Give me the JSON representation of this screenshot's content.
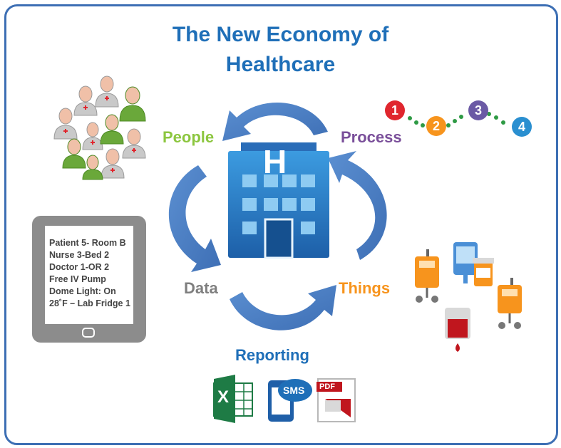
{
  "title": {
    "line1": "The New Economy of",
    "line2": "Healthcare"
  },
  "labels": {
    "people": "People",
    "process": "Process",
    "data": "Data",
    "things": "Things",
    "reporting": "Reporting"
  },
  "hospital": {
    "letter": "H"
  },
  "process_steps": [
    "1",
    "2",
    "3",
    "4"
  ],
  "tablet_lines": [
    "Patient 5- Room B",
    "Nurse 3-Bed 2",
    "Doctor 1-OR 2",
    "Free IV Pump",
    "Dome Light: On",
    "28˚F – Lab Fridge 1"
  ],
  "report_icons": {
    "sms": "SMS",
    "pdf": "PDF",
    "excel": "X"
  },
  "colors": {
    "title": "#1f6fb8",
    "people": "#8cc63f",
    "process": "#7a4f9a",
    "data": "#7f7f7f",
    "things": "#f7941d",
    "step1": "#e0262e",
    "step2": "#f7941d",
    "step3": "#6b5aa5",
    "step4": "#2a8fd0",
    "arrow": "#4a7fc4"
  }
}
